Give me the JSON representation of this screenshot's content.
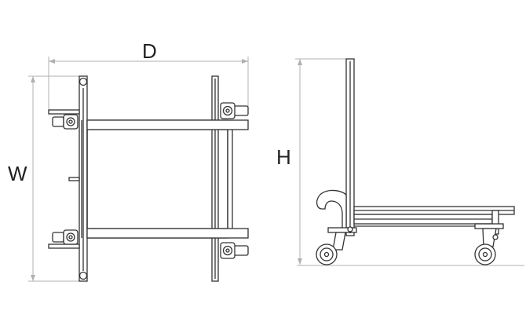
{
  "dimensions": {
    "depth_label": "D",
    "width_label": "W",
    "height_label": "H"
  },
  "colors": {
    "line": "#333333",
    "dimension_line": "#b0b0b0",
    "ground": "#c0c0c0",
    "background": "#ffffff"
  }
}
